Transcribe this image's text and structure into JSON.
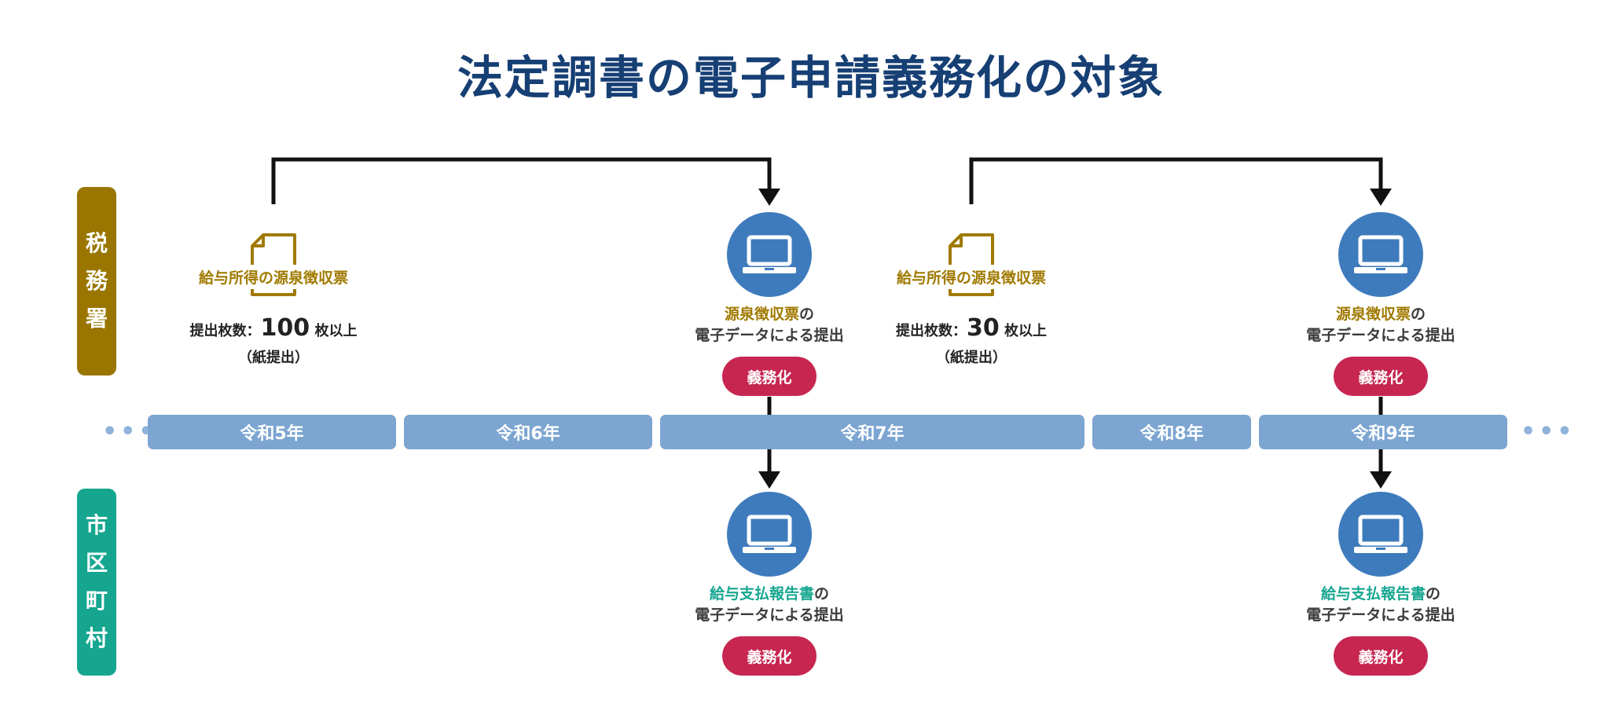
{
  "title": "法定調書の電子申請義務化の対象",
  "tax_office": {
    "label_chars": [
      "税",
      "務",
      "署"
    ]
  },
  "municipality": {
    "label_chars": [
      "市",
      "区",
      "町",
      "村"
    ]
  },
  "left_doc": {
    "label": "給与所得の源泉徴収票",
    "count_prefix": "提出枚数：",
    "count_value": "100",
    "count_suffix": "枚以上",
    "paper_note": "（紙提出）"
  },
  "right_doc": {
    "label": "給与所得の源泉徴収票",
    "count_prefix": "提出枚数：",
    "count_value": "30",
    "count_suffix": "枚以上",
    "paper_note": "（紙提出）"
  },
  "tax_submission": {
    "doc_name": "源泉徴収票",
    "particle": "の",
    "line2": "電子データによる提出",
    "badge": "義務化"
  },
  "muni_submission": {
    "doc_name": "給与支払報告書",
    "particle": "の",
    "line2": "電子データによる提出",
    "badge": "義務化"
  },
  "timeline": {
    "years": [
      "令和5年",
      "令和6年",
      "令和7年",
      "令和8年",
      "令和9年"
    ],
    "ellipsis": "•••"
  },
  "icons": [
    "document-icon",
    "laptop-icon"
  ],
  "colors": {
    "title": "#163f74",
    "tax_office": "#9a7600",
    "municipality": "#16a690",
    "circle": "#3e7bbd",
    "badge": "#c62650",
    "timeline": "#7ca5d1"
  }
}
